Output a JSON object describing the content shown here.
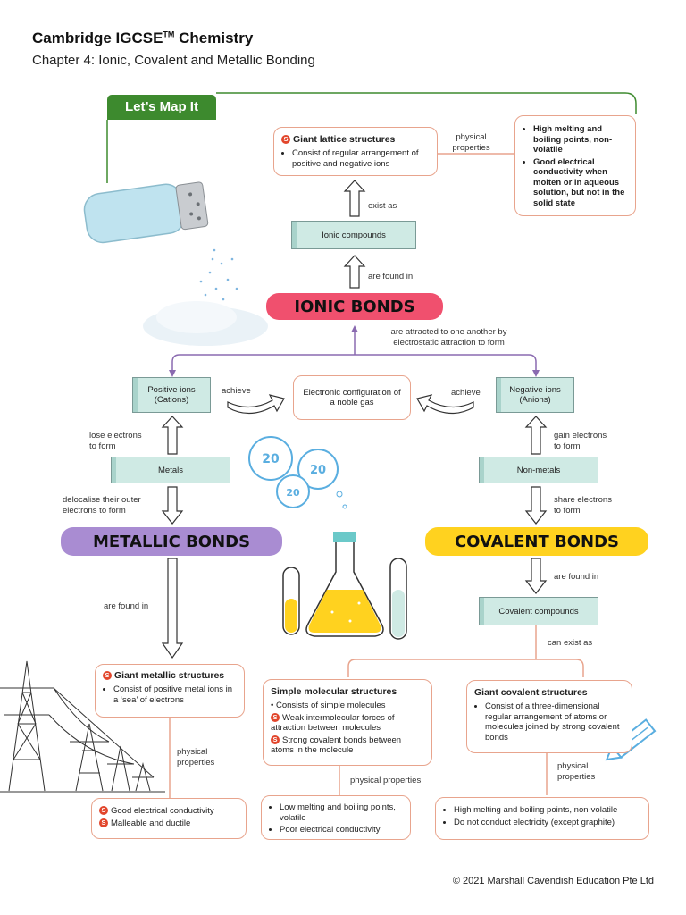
{
  "header": {
    "title": "Cambridge IGCSE",
    "title_sup": "TM",
    "title_tail": " Chemistry",
    "subtitle": "Chapter 4: Ionic, Covalent and Metallic Bonding"
  },
  "map_tab": "Let’s Map It",
  "giant_lattice": {
    "heading": "Giant lattice structures",
    "points": [
      "Consist of regular arrangement of positive and negative ions"
    ]
  },
  "ionic_props": {
    "points": [
      "High melting and boiling points, non-volatile",
      "Good electrical conductivity when molten or in aqueous solution, but not in the solid state"
    ]
  },
  "ionic_compounds": "Ionic compounds",
  "ionic_bonds": "IONIC BONDS",
  "positive_ions": "Positive ions\n(Cations)",
  "negative_ions": "Negative ions\n(Anions)",
  "noble_gas": "Electronic configuration of a noble gas",
  "metals": "Metals",
  "non_metals": "Non-metals",
  "metallic_bonds": "METALLIC BONDS",
  "covalent_bonds": "COVALENT BONDS",
  "covalent_compounds": "Covalent compounds",
  "giant_metallic": {
    "heading": "Giant metallic structures",
    "points": [
      "Consist of positive metal ions in a ‘sea’ of electrons"
    ]
  },
  "metallic_props": {
    "points": [
      "Good electrical conductivity",
      "Malleable and ductile"
    ]
  },
  "simple_molecular": {
    "heading": "Simple molecular structures",
    "points": [
      "Consists of simple molecules",
      "Weak intermolecular forces of attraction between molecules",
      "Strong covalent bonds between atoms in the molecule"
    ]
  },
  "simple_props": {
    "points": [
      "Low melting and boiling points, volatile",
      "Poor electrical conductivity"
    ]
  },
  "giant_covalent": {
    "heading": "Giant covalent structures",
    "points": [
      "Consist of a three-dimensional regular arrangement of atoms or molecules joined by strong covalent bonds"
    ]
  },
  "giant_covalent_props": {
    "points": [
      "High melting and boiling points, non-volatile",
      "Do not conduct electricity (except graphite)"
    ]
  },
  "labels": {
    "physical_properties": "physical\nproperties",
    "physical_properties_inline": "physical properties",
    "exist_as": "exist as",
    "are_found_in": "are found in",
    "attracted": "are attracted to one another by\nelectrostatic attraction to form",
    "achieve": "achieve",
    "lose_electrons": "lose electrons\nto form",
    "gain_electrons": "gain electrons\nto form",
    "delocalise": "delocalise their outer\nelectrons to form",
    "share_electrons": "share electrons\nto form",
    "can_exist_as": "can exist as"
  },
  "icon_letter": "S",
  "coin_value": "20",
  "copyright": "© 2021 Marshall Cavendish Education Pte Ltd",
  "colors": {
    "map_tab": "#3d8a2e",
    "ionic_bonds": "#f0506e",
    "metallic_bonds": "#a98cd2",
    "covalent_bonds": "#ffd21f",
    "box_border": "#e8a48d",
    "teal_fill": "#cfeae4",
    "s_icon": "#e2462c"
  }
}
